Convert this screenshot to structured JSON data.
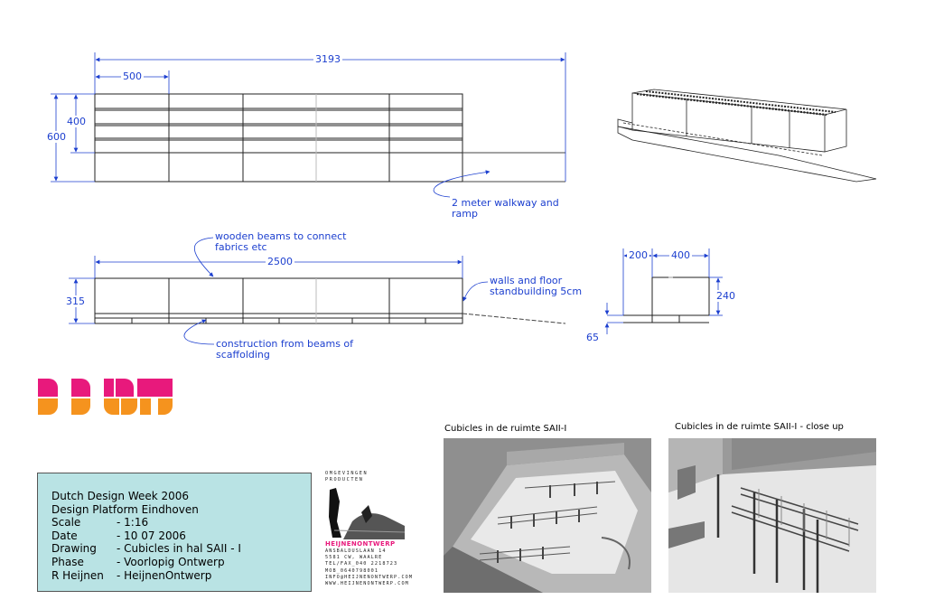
{
  "elevation_top": {
    "dim_total": "3193",
    "dim_module": "500",
    "dim_height_inner": "400",
    "dim_height_outer": "600",
    "note_walkway": "2 meter walkway and\nramp"
  },
  "elevation_bottom": {
    "dim_length": "2500",
    "dim_height": "315",
    "note_beams": "wooden beams to connect\nfabrics etc",
    "note_walls": "walls and floor\nstandbuilding 5cm",
    "note_construction": "construction from beams of\nscaffolding"
  },
  "section": {
    "dim_200": "200",
    "dim_400": "400",
    "dim_240": "240",
    "dim_65": "65"
  },
  "logo": {
    "text": "DDW",
    "color_pink": "#e8197c",
    "color_orange": "#f5931e"
  },
  "title_block": {
    "line1": "Dutch Design Week 2006",
    "line2": "Design Platform Eindhoven",
    "rows": [
      {
        "key": "Scale",
        "value": "- 1:16"
      },
      {
        "key": "Date",
        "value": "- 10 07 2006"
      },
      {
        "key": "Drawing",
        "value": "- Cubicles in hal SAII - I"
      },
      {
        "key": "Phase",
        "value": "- Voorlopig Ontwerp"
      },
      {
        "key": "R Heijnen",
        "value": "- HeijnenOntwerp"
      }
    ]
  },
  "studio": {
    "header1": "OMGEVINGEN",
    "header2": "PRODUCTEN",
    "name": "HEIJNENONTWERP",
    "addr1": "ANSBALDUSLAAN 14",
    "addr2": "5581 CW, WAALRE",
    "tel": "TEL/FAX_040 2218723",
    "mob": "MOB_0640798001",
    "email": "INFO@HEIJNENONTWERP.COM",
    "web": "WWW.HEIJNENONTWERP.COM"
  },
  "renders": {
    "caption_left": "Cubicles in de ruimte SAII-I",
    "caption_right": "Cubicles in de ruimte SAII-I - close up"
  },
  "colors": {
    "dimension_blue": "#1c3fcf",
    "titleblock_bg": "#b9e3e4"
  }
}
